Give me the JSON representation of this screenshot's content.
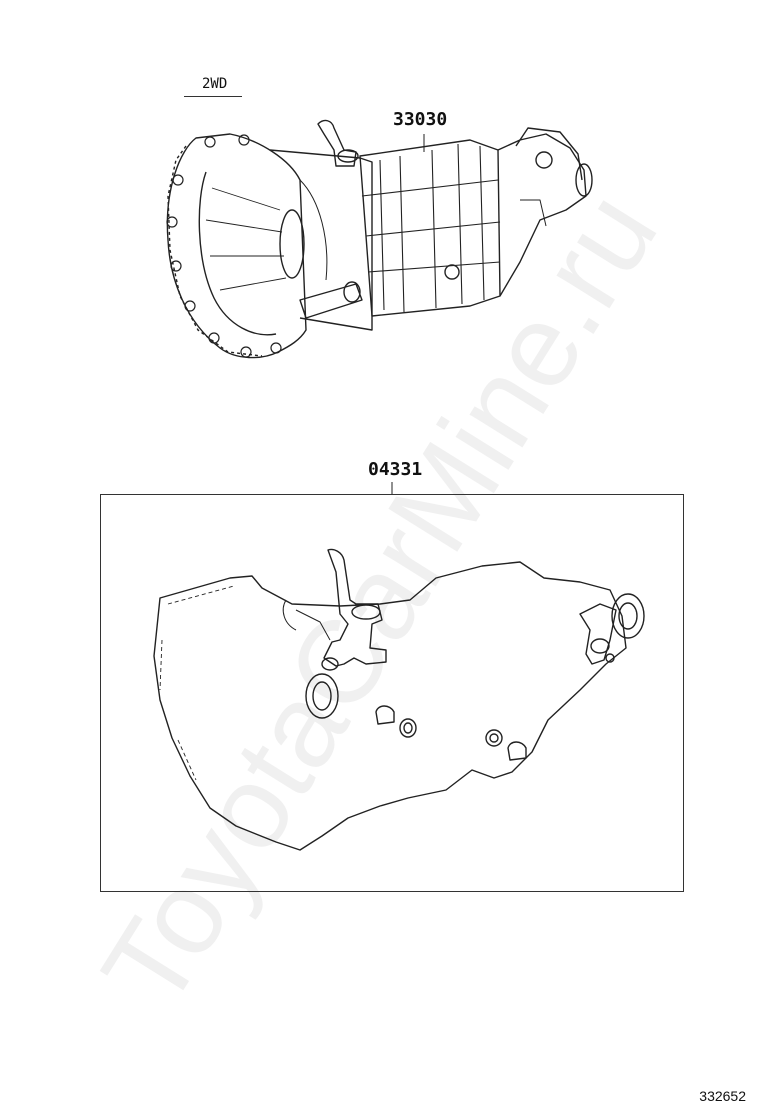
{
  "diagram": {
    "variant_label": "2WD",
    "parts": [
      {
        "number": "33030",
        "icon": "transmission-assembly-icon"
      },
      {
        "number": "04331",
        "icon": "gasket-kit-icon"
      }
    ],
    "diagram_id": "332652",
    "watermark": "ToyotaCarMine.ru"
  }
}
